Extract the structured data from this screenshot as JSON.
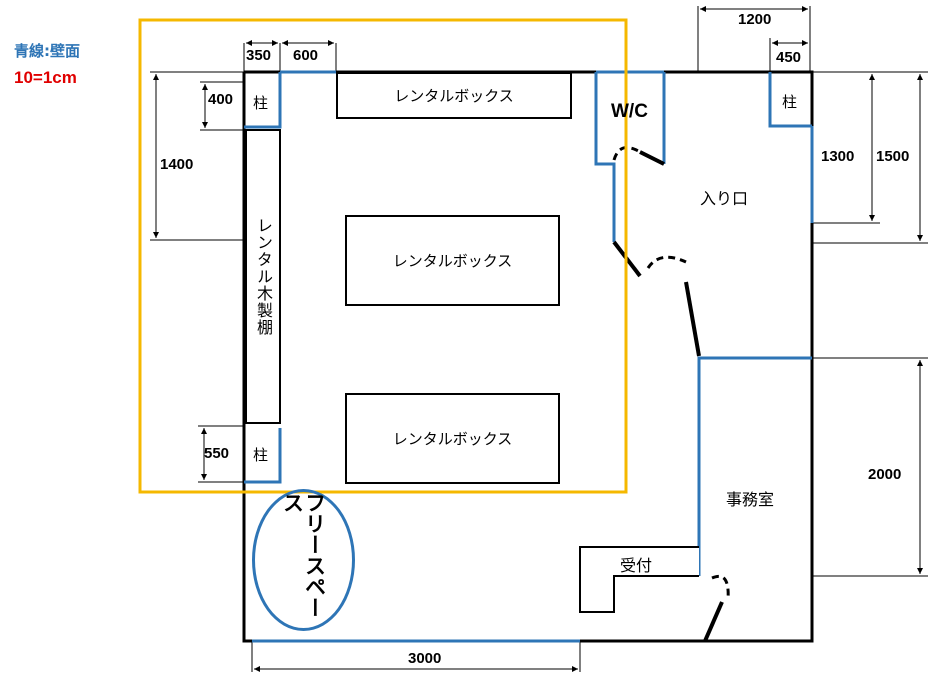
{
  "legend": {
    "wall_label": "青線:壁面",
    "scale_label": "10=1cm"
  },
  "colors": {
    "wall_blue": "#2E75B6",
    "highlight": "#F5B800",
    "outline": "#000000",
    "scale_red": "#E00000"
  },
  "dimensions": {
    "d350": "350",
    "d600": "600",
    "d1200": "1200",
    "d450": "450",
    "d400": "400",
    "d1400": "1400",
    "d550": "550",
    "d1300": "1300",
    "d1500": "1500",
    "d2000": "2000",
    "d3000": "3000"
  },
  "rooms": {
    "pillar_top_left": "柱",
    "pillar_bottom_left": "柱",
    "pillar_top_right": "柱",
    "wc": "W/C",
    "entrance": "入り口",
    "office": "事務室",
    "reception": "受付",
    "rental_box_top": "レンタルボックス",
    "rental_box_middle": "レンタルボックス",
    "rental_box_bottom": "レンタルボックス",
    "wooden_shelf": "レンタル木製棚",
    "free_space": "フリースペース"
  }
}
